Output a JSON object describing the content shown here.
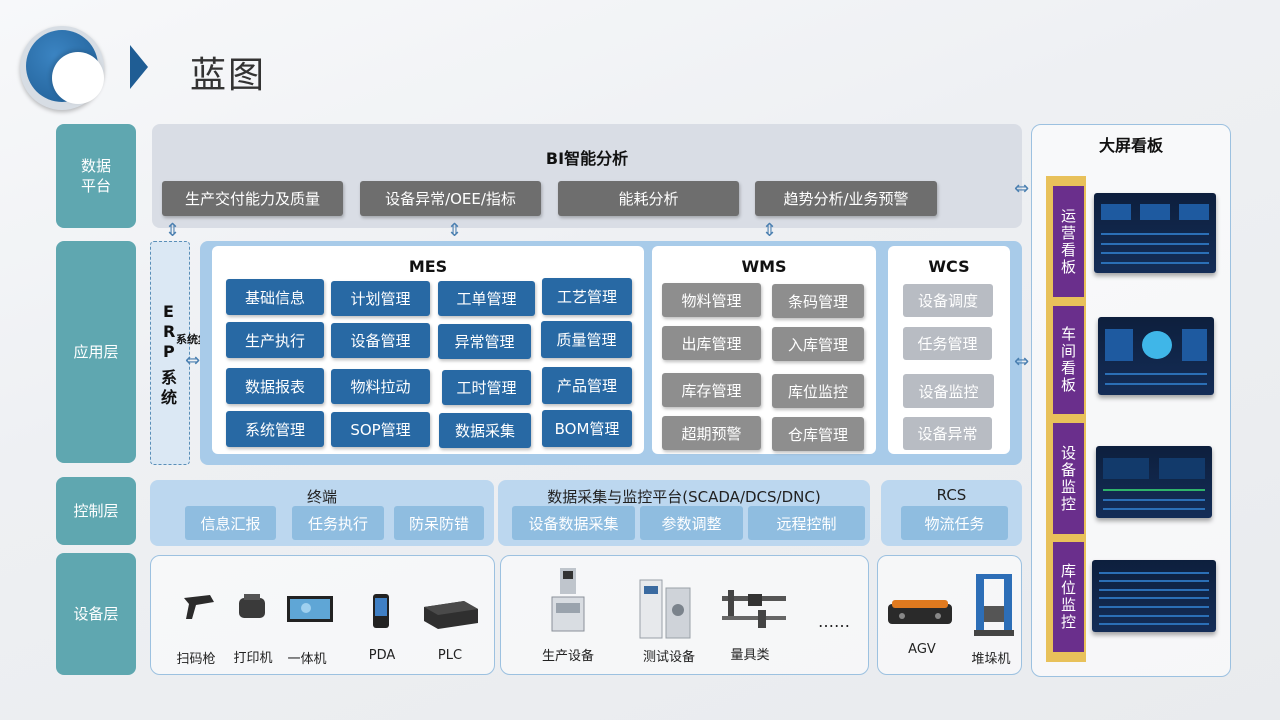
{
  "header": {
    "title": "蓝图"
  },
  "layers": {
    "data": "数据\n平台",
    "app": "应用层",
    "control": "控制层",
    "device": "设备层"
  },
  "bi": {
    "title": "BI智能分析",
    "items": [
      "生产交付能力及质量",
      "设备异常/OEE/指标",
      "能耗分析",
      "趋势分析/业务预警"
    ]
  },
  "erp": {
    "letters": [
      "E",
      "R",
      "P",
      "系",
      "统"
    ],
    "integration": "系统集成"
  },
  "mes": {
    "title": "MES",
    "items": [
      "基础信息",
      "计划管理",
      "工单管理",
      "工艺管理",
      "生产执行",
      "设备管理",
      "异常管理",
      "质量管理",
      "数据报表",
      "物料拉动",
      "工时管理",
      "产品管理",
      "系统管理",
      "SOP管理",
      "数据采集",
      "BOM管理"
    ]
  },
  "wms": {
    "title": "WMS",
    "items": [
      "物料管理",
      "条码管理",
      "出库管理",
      "入库管理",
      "库存管理",
      "库位监控",
      "超期预警",
      "仓库管理"
    ]
  },
  "wcs": {
    "title": "WCS",
    "items": [
      "设备调度",
      "任务管理",
      "设备监控",
      "设备异常"
    ]
  },
  "control": {
    "terminal": {
      "title": "终端",
      "items": [
        "信息汇报",
        "任务执行",
        "防呆防错"
      ]
    },
    "scada": {
      "title": "数据采集与监控平台(SCADA/DCS/DNC)",
      "items": [
        "设备数据采集",
        "参数调整",
        "远程控制"
      ]
    },
    "rcs": {
      "title": "RCS",
      "items": [
        "物流任务"
      ]
    }
  },
  "devices": {
    "group1": [
      "扫码枪",
      "打印机",
      "一体机",
      "PDA",
      "PLC"
    ],
    "group2": [
      "生产设备",
      "测试设备",
      "量具类"
    ],
    "ellipsis": "……",
    "group3": [
      "AGV",
      "堆垛机"
    ]
  },
  "bigscreen": {
    "title": "大屏看板",
    "items": [
      "运营看板",
      "车间看板",
      "设备监控",
      "库位监控"
    ]
  }
}
